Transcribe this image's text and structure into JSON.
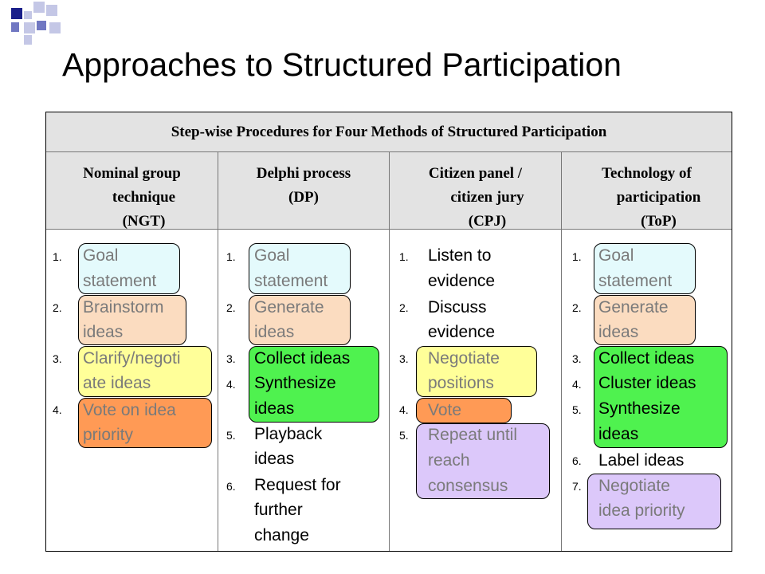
{
  "slide": {
    "title": "Approaches to Structured Participation"
  },
  "table": {
    "header": "Step-wise Procedures for Four Methods of Structured Participation",
    "columns": [
      {
        "head": [
          "Nominal group",
          "technique",
          "(NGT)"
        ]
      },
      {
        "head": [
          "Delphi process",
          "(DP)"
        ]
      },
      {
        "head": [
          "Citizen panel /",
          "citizen jury",
          "(CPJ)"
        ]
      },
      {
        "head": [
          "Technology of",
          "participation",
          "(ToP)"
        ]
      }
    ],
    "col1": {
      "nums": [
        "1.",
        "2.",
        "3.",
        "4."
      ],
      "lines": [
        "Goal",
        "statement",
        "Brainstorm",
        "ideas",
        "Clarify/negoti",
        "ate ideas",
        "Vote on idea",
        "priority"
      ]
    },
    "col2": {
      "nums": [
        "1.",
        "2.",
        "3.",
        "4.",
        "5.",
        "6."
      ],
      "lines": [
        "Goal",
        "statement",
        "Generate",
        "ideas",
        "Collect ideas",
        "Synthesize",
        "ideas",
        "Playback",
        "ideas",
        "Request for",
        "further",
        "change"
      ]
    },
    "col3": {
      "nums": [
        "1.",
        "2.",
        "3.",
        "4.",
        "5."
      ],
      "lines": [
        "Listen to",
        "evidence",
        "Discuss",
        "evidence",
        "Negotiate",
        "positions",
        "Vote",
        "Repeat until",
        "reach",
        "consensus"
      ]
    },
    "col4": {
      "nums": [
        "1.",
        "2.",
        "3.",
        "4.",
        "5.",
        "6.",
        "7."
      ],
      "lines": [
        "Goal",
        "statement",
        "Generate",
        "ideas",
        "Collect ideas",
        "Cluster ideas",
        "Synthesize",
        "ideas",
        "Label ideas",
        "Negotiate",
        "idea priority"
      ]
    }
  },
  "colors": {
    "goal": "#e4fafc",
    "generate": "#fbdcc0",
    "clarify": "#ffff99",
    "vote": "#ff9a55",
    "collect": "#4ff24f",
    "repeat": "#dcc8fa",
    "header_bg": "#e3e3e3",
    "deco_navy": "#1a1f8a",
    "deco_light": "#c4c7e6",
    "deco_mid": "#7077c2"
  }
}
